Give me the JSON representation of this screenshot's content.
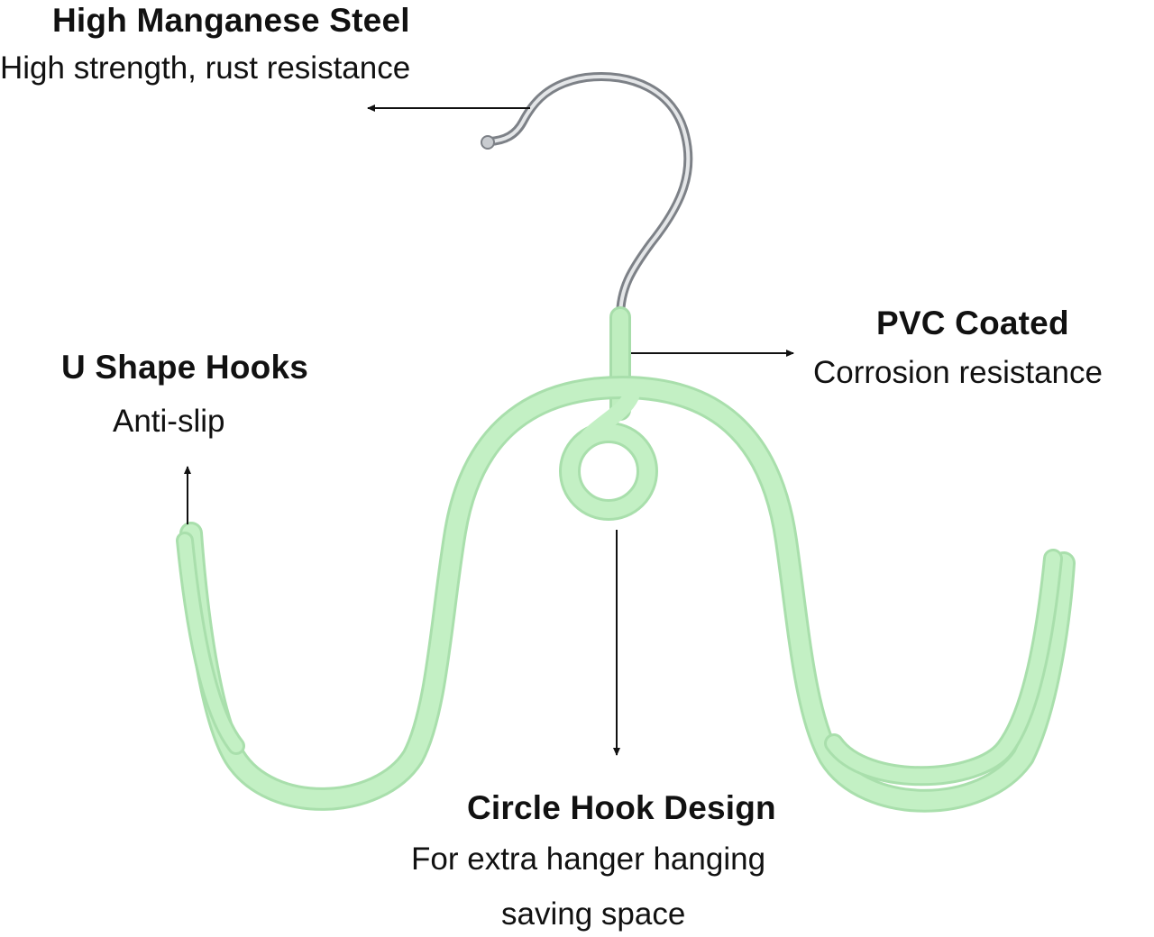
{
  "annotations": {
    "steel": {
      "title": "High Manganese Steel",
      "subtitle": "High strength, rust resistance"
    },
    "pvc": {
      "title": "PVC Coated",
      "subtitle": "Corrosion resistance"
    },
    "u_shape": {
      "title": "U Shape Hooks",
      "subtitle": "Anti-slip"
    },
    "circle": {
      "title": "Circle Hook Design",
      "line1": "For extra hanger hanging",
      "line2": "saving space"
    }
  },
  "colors": {
    "background": "#ffffff",
    "pvc_green": "#bfeebf",
    "pvc_edge": "#a7ddaa",
    "steel": "#b8bcc2",
    "arrow": "#111111"
  }
}
